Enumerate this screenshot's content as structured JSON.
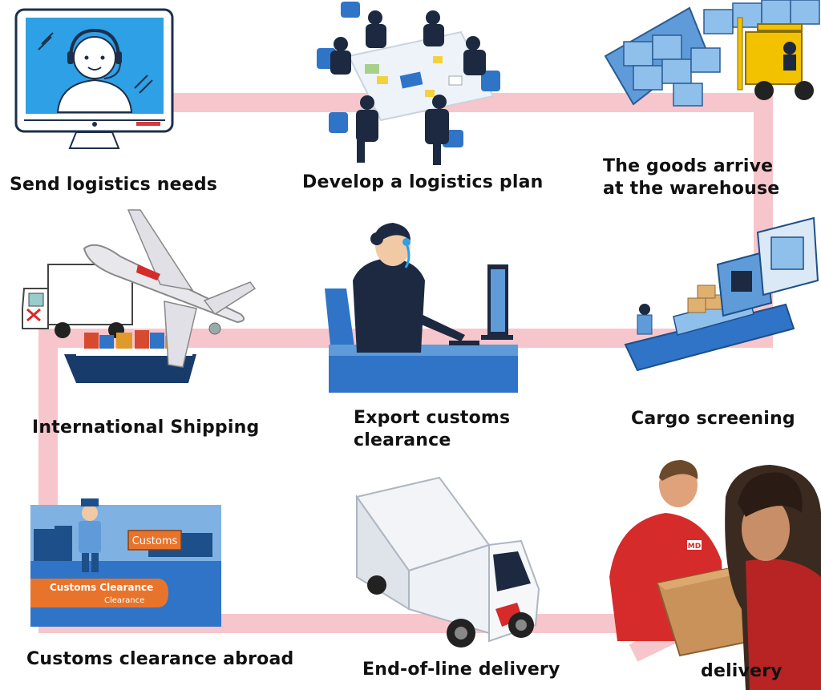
{
  "steps": [
    {
      "label": "Send logistics needs"
    },
    {
      "label": "Develop a logistics plan"
    },
    {
      "label": "The goods arrive at the warehouse"
    },
    {
      "label": "International Shipping"
    },
    {
      "label": "Export customs clearance"
    },
    {
      "label": "Cargo screening"
    },
    {
      "label": "Customs clearance abroad"
    },
    {
      "label": "End-of-line delivery"
    },
    {
      "label": "delivery"
    }
  ],
  "illustration_text": {
    "customs_sign": "Customs",
    "customs_banner": "Customs Clearance",
    "customs_banner_sub": "Clearance",
    "brand_mark": "MD"
  },
  "colors": {
    "path": "#f6c6cc",
    "brand_red": "#d62b2b",
    "blue": "#2f74c7",
    "light_blue": "#8fc0ec"
  }
}
